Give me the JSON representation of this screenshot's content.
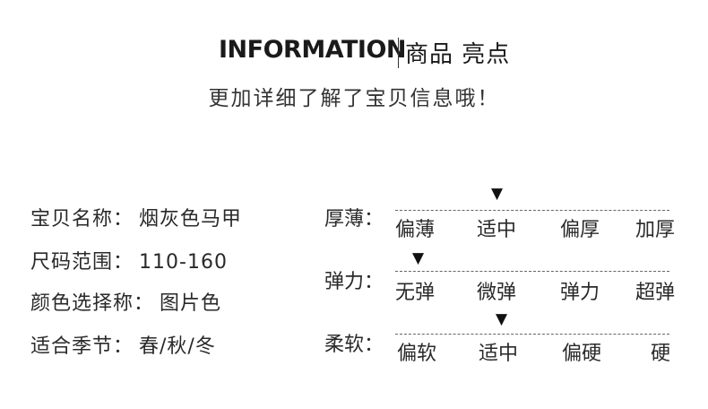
{
  "header": {
    "title_en": "INFORMATION",
    "title_cn": "商品  亮点"
  },
  "subtitle": "更加详细了解了宝贝信息哦！",
  "info": [
    {
      "label": "宝贝名称：",
      "value": "烟灰色马甲"
    },
    {
      "label": "尺码范围：",
      "value": "110-160"
    },
    {
      "label": "颜色选择称：",
      "value": "图片色"
    },
    {
      "label": "适合季节：",
      "value": "春/秋/冬"
    }
  ],
  "scales": [
    {
      "label": "厚薄：",
      "options": [
        "偏薄",
        "适中",
        "偏厚",
        "加厚"
      ],
      "selected_index": 1
    },
    {
      "label": "弹力：",
      "options": [
        "无弹",
        "微弹",
        "弹力",
        "超弹"
      ],
      "selected_index": 0
    },
    {
      "label": "柔软：",
      "options": [
        "偏软",
        "适中",
        "偏硬",
        "硬"
      ],
      "selected_index": 1
    }
  ],
  "icons": {
    "marker": "triangle-down-icon"
  }
}
